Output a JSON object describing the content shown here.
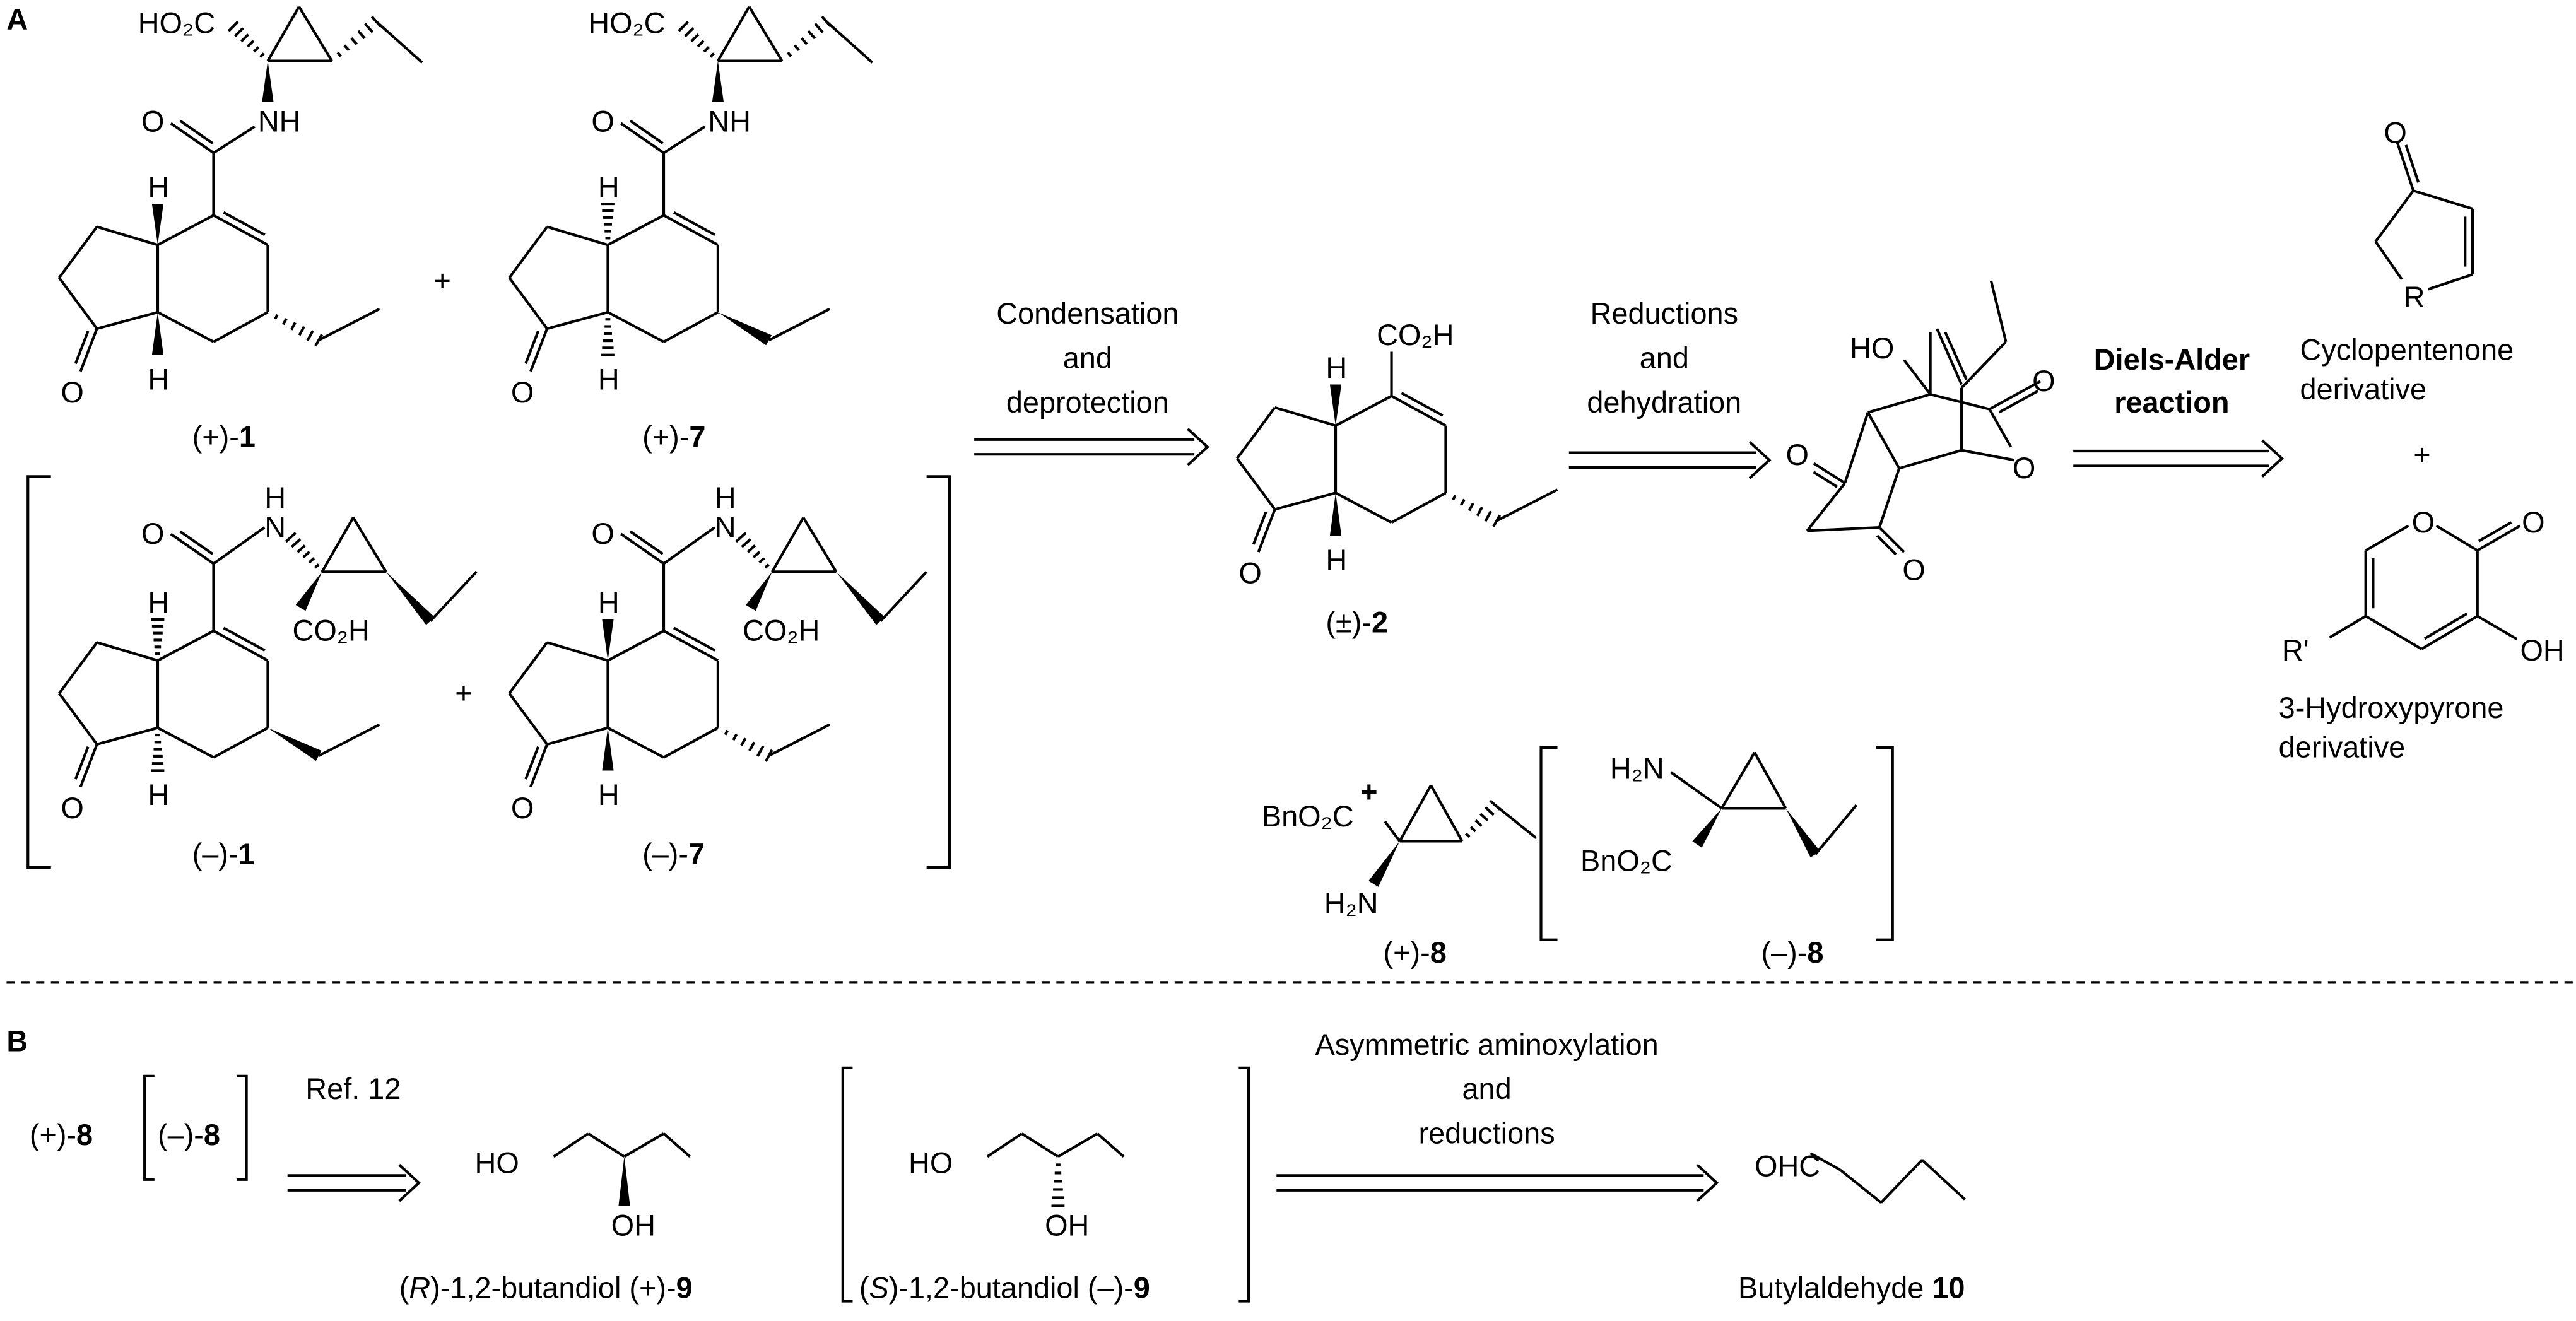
{
  "sections": {
    "a": "A",
    "b": "B"
  },
  "atoms": {
    "ho2c": "HO₂C",
    "nh": "NH",
    "n": "N",
    "h": "H",
    "o": "O",
    "co2h": "CO₂H",
    "ho": "HO",
    "oh": "OH",
    "h2n": "H₂N",
    "bno2c": "BnO₂C",
    "r": "R",
    "rprime": "R'",
    "ohc": "OHC"
  },
  "plus": "+",
  "compounds": {
    "c1p": {
      "prefix": "(+)-",
      "num": "1"
    },
    "c7p": {
      "prefix": "(+)-",
      "num": "7"
    },
    "c1m": {
      "prefix": "(–)-",
      "num": "1"
    },
    "c7m": {
      "prefix": "(–)-",
      "num": "7"
    },
    "c2": {
      "prefix": "(±)-",
      "num": "2"
    },
    "c8p": {
      "prefix": "(+)-",
      "num": "8"
    },
    "c8m": {
      "prefix": "(–)-",
      "num": "8"
    },
    "c9p": {
      "pre": "(",
      "ital": "R",
      "post": ")-1,2-butandiol (+)-",
      "num": "9"
    },
    "c9m": {
      "pre": "(",
      "ital": "S",
      "post": ")-1,2-butandiol (–)-",
      "num": "9"
    },
    "c10": {
      "name": "Butylaldehyde ",
      "num": "10"
    }
  },
  "arrows": {
    "condensation": [
      "Condensation",
      "and",
      "deprotection"
    ],
    "reductions": [
      "Reductions",
      "and",
      "dehydration"
    ],
    "diels_alder": [
      "Diels-Alder",
      "reaction"
    ],
    "ref": "Ref. 12",
    "aminoxylation": [
      "Asymmetric aminoxylation",
      "and",
      "reductions"
    ]
  },
  "products": {
    "cyclopentenone": [
      "Cyclopentenone",
      "derivative"
    ],
    "hydroxypyrone": [
      "3-Hydroxypyrone",
      "derivative"
    ]
  }
}
